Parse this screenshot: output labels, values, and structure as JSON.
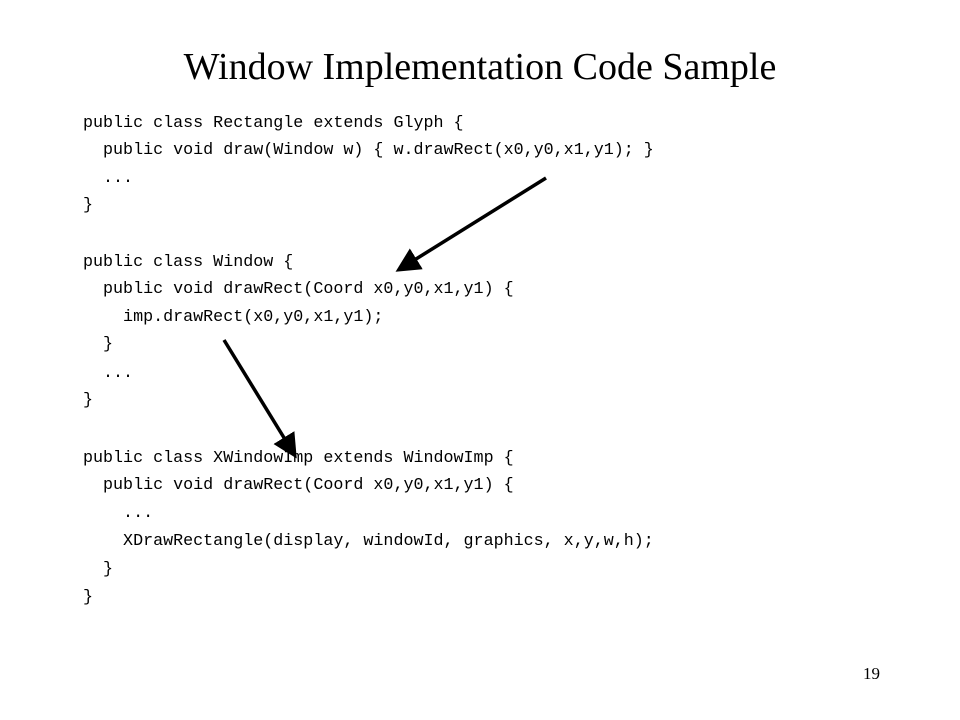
{
  "slide": {
    "title": "Window Implementation Code Sample",
    "page_number": "19",
    "code_lines": [
      "public class Rectangle extends Glyph {",
      "  public void draw(Window w) { w.drawRect(x0,y0,x1,y1); }",
      "  ...",
      "}",
      "",
      "public class Window {",
      "  public void drawRect(Coord x0,y0,x1,y1) {",
      "    imp.drawRect(x0,y0,x1,y1);",
      "  }",
      "  ...",
      "}",
      "",
      "public class XWindowImp extends WindowImp {",
      "  public void drawRect(Coord x0,y0,x1,y1) {",
      "    ...",
      "    XDrawRectangle(display, windowId, graphics, x,y,w,h);",
      "  }",
      "}"
    ],
    "colors": {
      "background": "#ffffff",
      "text": "#000000",
      "arrow": "#000000"
    }
  }
}
